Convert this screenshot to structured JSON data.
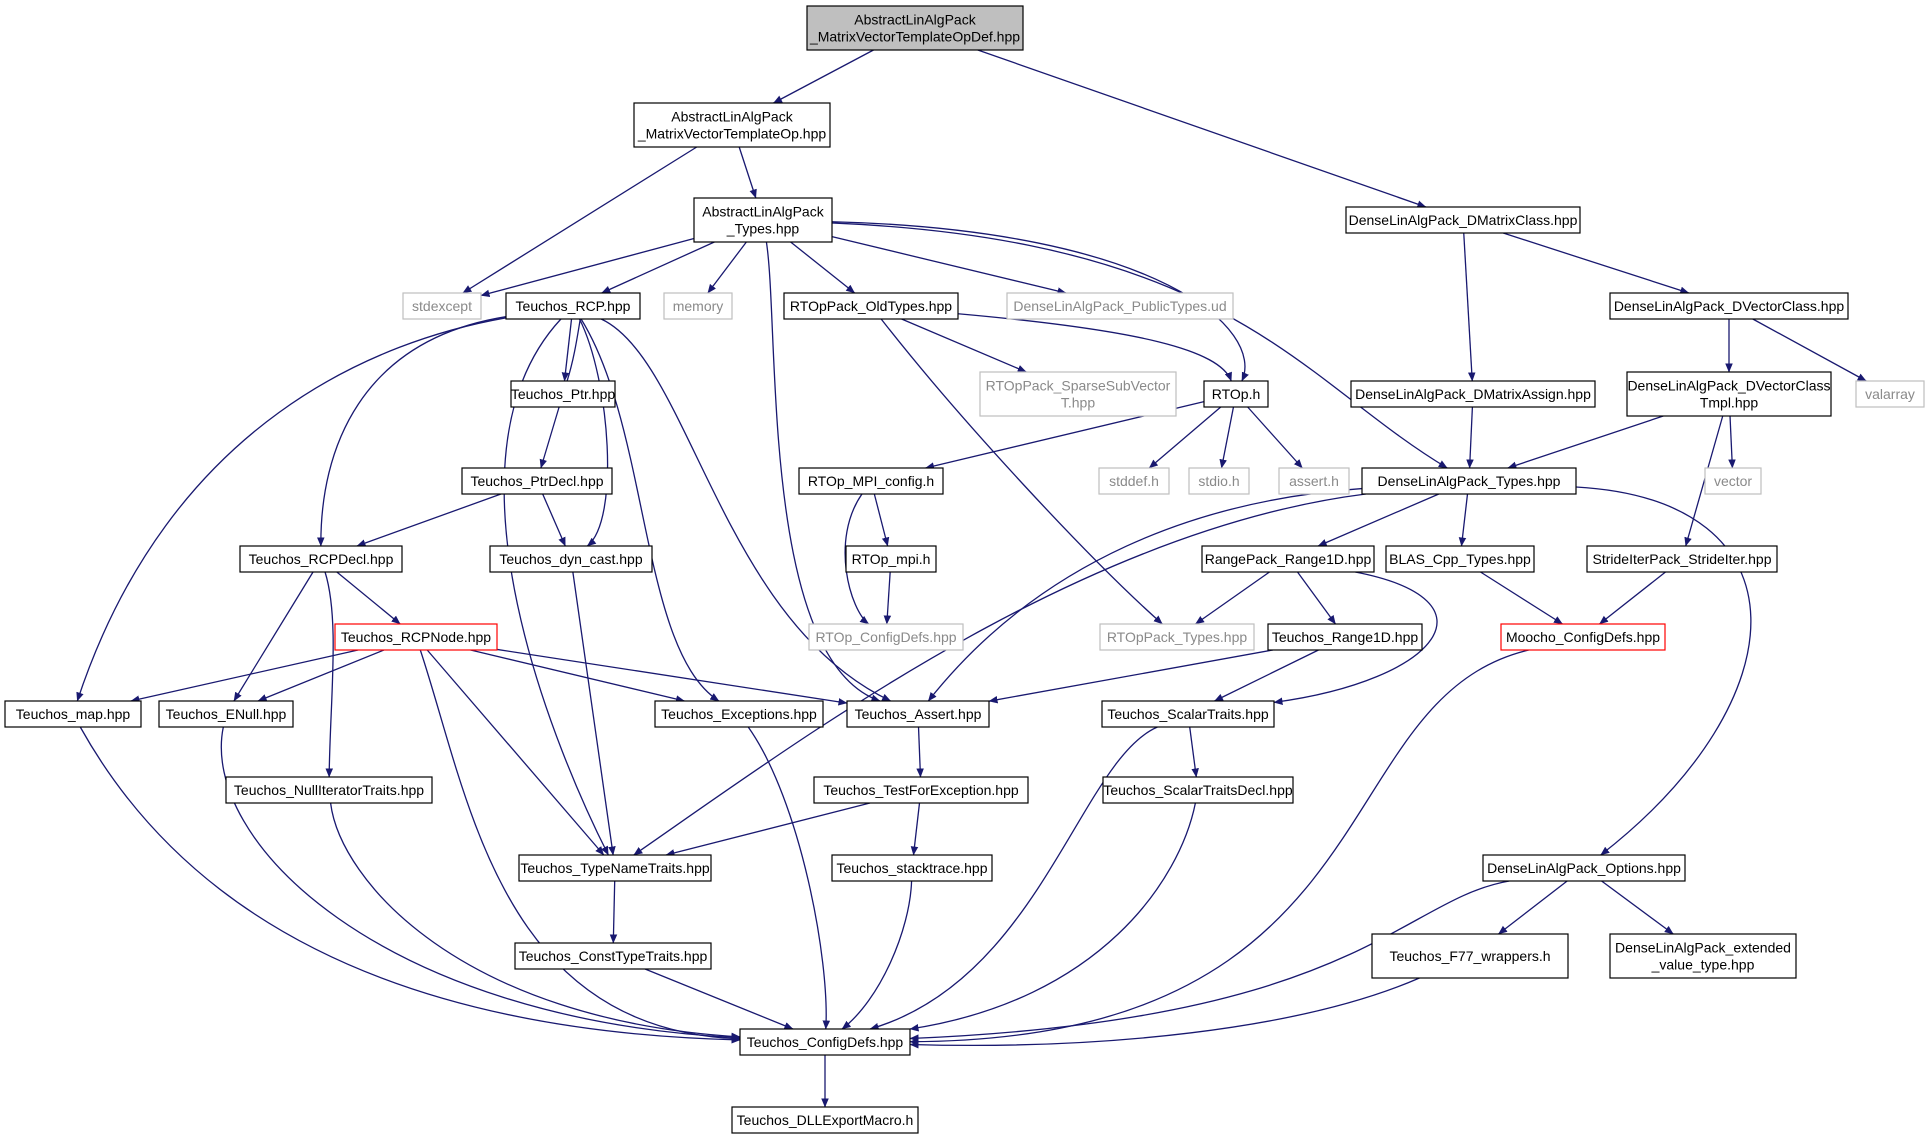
{
  "colors": {
    "edge": "#191970",
    "node_border": "#000000",
    "external_border": "#bfbfbf",
    "undocumented_border": "#ff0000",
    "root_fill": "#bfbfbf",
    "node_fill": "#ffffff"
  },
  "nodes": {
    "root": {
      "lines": [
        "AbstractLinAlgPack",
        "_MatrixVectorTemplateOpDef.hpp"
      ],
      "kind": "root"
    },
    "mvto": {
      "lines": [
        "AbstractLinAlgPack",
        "_MatrixVectorTemplateOp.hpp"
      ],
      "kind": "normal"
    },
    "alptypes": {
      "lines": [
        "AbstractLinAlgPack",
        "_Types.hpp"
      ],
      "kind": "normal"
    },
    "dmatrixclass": {
      "lines": [
        "DenseLinAlgPack_DMatrixClass.hpp"
      ],
      "kind": "normal"
    },
    "stdexcept": {
      "lines": [
        "stdexcept"
      ],
      "kind": "external"
    },
    "rcp": {
      "lines": [
        "Teuchos_RCP.hpp"
      ],
      "kind": "normal"
    },
    "memory": {
      "lines": [
        "memory"
      ],
      "kind": "external"
    },
    "oldtypes": {
      "lines": [
        "RTOpPack_OldTypes.hpp"
      ],
      "kind": "normal"
    },
    "publictypes": {
      "lines": [
        "DenseLinAlgPack_PublicTypes.ud"
      ],
      "kind": "external"
    },
    "dvectorclass": {
      "lines": [
        "DenseLinAlgPack_DVectorClass.hpp"
      ],
      "kind": "normal"
    },
    "ptr": {
      "lines": [
        "Teuchos_Ptr.hpp"
      ],
      "kind": "normal"
    },
    "sparsesub": {
      "lines": [
        "RTOpPack_SparseSubVector",
        "T.hpp"
      ],
      "kind": "external"
    },
    "rtoph": {
      "lines": [
        "RTOp.h"
      ],
      "kind": "normal"
    },
    "dmatrixassign": {
      "lines": [
        "DenseLinAlgPack_DMatrixAssign.hpp"
      ],
      "kind": "normal"
    },
    "dvectortmpl": {
      "lines": [
        "DenseLinAlgPack_DVectorClass",
        "Tmpl.hpp"
      ],
      "kind": "normal"
    },
    "valarray": {
      "lines": [
        "valarray"
      ],
      "kind": "external"
    },
    "ptrdecl": {
      "lines": [
        "Teuchos_PtrDecl.hpp"
      ],
      "kind": "normal"
    },
    "mpiconfig": {
      "lines": [
        "RTOp_MPI_config.h"
      ],
      "kind": "normal"
    },
    "stddef": {
      "lines": [
        "stddef.h"
      ],
      "kind": "external"
    },
    "stdio": {
      "lines": [
        "stdio.h"
      ],
      "kind": "external"
    },
    "asserth": {
      "lines": [
        "assert.h"
      ],
      "kind": "external"
    },
    "dlptypes": {
      "lines": [
        "DenseLinAlgPack_Types.hpp"
      ],
      "kind": "normal"
    },
    "vector": {
      "lines": [
        "vector"
      ],
      "kind": "external"
    },
    "rcpdecl": {
      "lines": [
        "Teuchos_RCPDecl.hpp"
      ],
      "kind": "normal"
    },
    "dyncast": {
      "lines": [
        "Teuchos_dyn_cast.hpp"
      ],
      "kind": "normal"
    },
    "rtopmpi": {
      "lines": [
        "RTOp_mpi.h"
      ],
      "kind": "normal"
    },
    "range1d": {
      "lines": [
        "RangePack_Range1D.hpp"
      ],
      "kind": "normal"
    },
    "blascpp": {
      "lines": [
        "BLAS_Cpp_Types.hpp"
      ],
      "kind": "normal"
    },
    "strideiter": {
      "lines": [
        "StrideIterPack_StrideIter.hpp"
      ],
      "kind": "normal"
    },
    "rcpnode": {
      "lines": [
        "Teuchos_RCPNode.hpp"
      ],
      "kind": "undocumented"
    },
    "configdefsh": {
      "lines": [
        "RTOp_ConfigDefs.hpp"
      ],
      "kind": "external"
    },
    "rtoppacktypes": {
      "lines": [
        "RTOpPack_Types.hpp"
      ],
      "kind": "external"
    },
    "teuchosrange1d": {
      "lines": [
        "Teuchos_Range1D.hpp"
      ],
      "kind": "normal"
    },
    "moocho": {
      "lines": [
        "Moocho_ConfigDefs.hpp"
      ],
      "kind": "undocumented"
    },
    "map": {
      "lines": [
        "Teuchos_map.hpp"
      ],
      "kind": "normal"
    },
    "enull": {
      "lines": [
        "Teuchos_ENull.hpp"
      ],
      "kind": "normal"
    },
    "exceptions": {
      "lines": [
        "Teuchos_Exceptions.hpp"
      ],
      "kind": "normal"
    },
    "assert": {
      "lines": [
        "Teuchos_Assert.hpp"
      ],
      "kind": "normal"
    },
    "scalartraits": {
      "lines": [
        "Teuchos_ScalarTraits.hpp"
      ],
      "kind": "normal"
    },
    "nulliter": {
      "lines": [
        "Teuchos_NullIteratorTraits.hpp"
      ],
      "kind": "normal"
    },
    "testforexc": {
      "lines": [
        "Teuchos_TestForException.hpp"
      ],
      "kind": "normal"
    },
    "scalartraitsdecl": {
      "lines": [
        "Teuchos_ScalarTraitsDecl.hpp"
      ],
      "kind": "normal"
    },
    "typename": {
      "lines": [
        "Teuchos_TypeNameTraits.hpp"
      ],
      "kind": "normal"
    },
    "stacktrace": {
      "lines": [
        "Teuchos_stacktrace.hpp"
      ],
      "kind": "normal"
    },
    "options": {
      "lines": [
        "DenseLinAlgPack_Options.hpp"
      ],
      "kind": "normal"
    },
    "consttype": {
      "lines": [
        "Teuchos_ConstTypeTraits.hpp"
      ],
      "kind": "normal"
    },
    "f77": {
      "lines": [
        "Teuchos_F77_wrappers.h"
      ],
      "kind": "normal"
    },
    "extended": {
      "lines": [
        "DenseLinAlgPack_extended",
        "_value_type.hpp"
      ],
      "kind": "normal"
    },
    "configdefs": {
      "lines": [
        "Teuchos_ConfigDefs.hpp"
      ],
      "kind": "normal"
    },
    "dllexport": {
      "lines": [
        "Teuchos_DLLExportMacro.h"
      ],
      "kind": "normal"
    }
  },
  "edges": [
    [
      "root",
      "mvto"
    ],
    [
      "root",
      "dmatrixclass"
    ],
    [
      "mvto",
      "stdexcept"
    ],
    [
      "mvto",
      "alptypes"
    ],
    [
      "alptypes",
      "stdexcept"
    ],
    [
      "alptypes",
      "rcp"
    ],
    [
      "alptypes",
      "memory"
    ],
    [
      "alptypes",
      "oldtypes"
    ],
    [
      "alptypes",
      "publictypes"
    ],
    [
      "alptypes",
      "rtoph"
    ],
    [
      "alptypes",
      "dlptypes"
    ],
    [
      "alptypes",
      "assert"
    ],
    [
      "dmatrixclass",
      "dvectorclass"
    ],
    [
      "dmatrixclass",
      "dmatrixassign"
    ],
    [
      "dvectorclass",
      "dvectortmpl"
    ],
    [
      "dvectorclass",
      "valarray"
    ],
    [
      "dmatrixassign",
      "dlptypes"
    ],
    [
      "dvectortmpl",
      "dlptypes"
    ],
    [
      "dvectortmpl",
      "vector"
    ],
    [
      "dvectortmpl",
      "strideiter"
    ],
    [
      "rcp",
      "ptr"
    ],
    [
      "ptr",
      "rcp"
    ],
    [
      "rcp",
      "rcpdecl"
    ],
    [
      "rcp",
      "dyncast"
    ],
    [
      "rcp",
      "map"
    ],
    [
      "rcp",
      "typename"
    ],
    [
      "rcp",
      "exceptions"
    ],
    [
      "rcp",
      "assert"
    ],
    [
      "ptr",
      "ptrdecl"
    ],
    [
      "ptrdecl",
      "rcpdecl"
    ],
    [
      "ptrdecl",
      "dyncast"
    ],
    [
      "oldtypes",
      "sparsesub"
    ],
    [
      "oldtypes",
      "rtoph"
    ],
    [
      "oldtypes",
      "rtoppacktypes"
    ],
    [
      "rtoph",
      "mpiconfig"
    ],
    [
      "rtoph",
      "stddef"
    ],
    [
      "rtoph",
      "stdio"
    ],
    [
      "rtoph",
      "asserth"
    ],
    [
      "mpiconfig",
      "rtopmpi"
    ],
    [
      "mpiconfig",
      "configdefsh"
    ],
    [
      "rtopmpi",
      "configdefsh"
    ],
    [
      "dlptypes",
      "range1d"
    ],
    [
      "dlptypes",
      "blascpp"
    ],
    [
      "dlptypes",
      "assert"
    ],
    [
      "dlptypes",
      "typename"
    ],
    [
      "dlptypes",
      "options"
    ],
    [
      "range1d",
      "rtoppacktypes"
    ],
    [
      "range1d",
      "teuchosrange1d"
    ],
    [
      "range1d",
      "scalartraits"
    ],
    [
      "blascpp",
      "moocho"
    ],
    [
      "strideiter",
      "moocho"
    ],
    [
      "rcpdecl",
      "rcpnode"
    ],
    [
      "rcpdecl",
      "enull"
    ],
    [
      "rcpdecl",
      "nulliter"
    ],
    [
      "dyncast",
      "typename"
    ],
    [
      "rcpnode",
      "map"
    ],
    [
      "rcpnode",
      "enull"
    ],
    [
      "rcpnode",
      "exceptions"
    ],
    [
      "rcpnode",
      "assert"
    ],
    [
      "rcpnode",
      "typename"
    ],
    [
      "rcpnode",
      "configdefs"
    ],
    [
      "teuchosrange1d",
      "assert"
    ],
    [
      "teuchosrange1d",
      "scalartraits"
    ],
    [
      "moocho",
      "configdefs"
    ],
    [
      "map",
      "configdefs"
    ],
    [
      "enull",
      "configdefs"
    ],
    [
      "exceptions",
      "configdefs"
    ],
    [
      "assert",
      "testforexc"
    ],
    [
      "scalartraits",
      "scalartraitsdecl"
    ],
    [
      "scalartraits",
      "configdefs"
    ],
    [
      "nulliter",
      "configdefs"
    ],
    [
      "testforexc",
      "typename"
    ],
    [
      "testforexc",
      "stacktrace"
    ],
    [
      "scalartraitsdecl",
      "configdefs"
    ],
    [
      "typename",
      "consttype"
    ],
    [
      "stacktrace",
      "configdefs"
    ],
    [
      "options",
      "f77"
    ],
    [
      "options",
      "extended"
    ],
    [
      "options",
      "configdefs"
    ],
    [
      "consttype",
      "configdefs"
    ],
    [
      "f77",
      "configdefs"
    ],
    [
      "configdefs",
      "dllexport"
    ]
  ]
}
